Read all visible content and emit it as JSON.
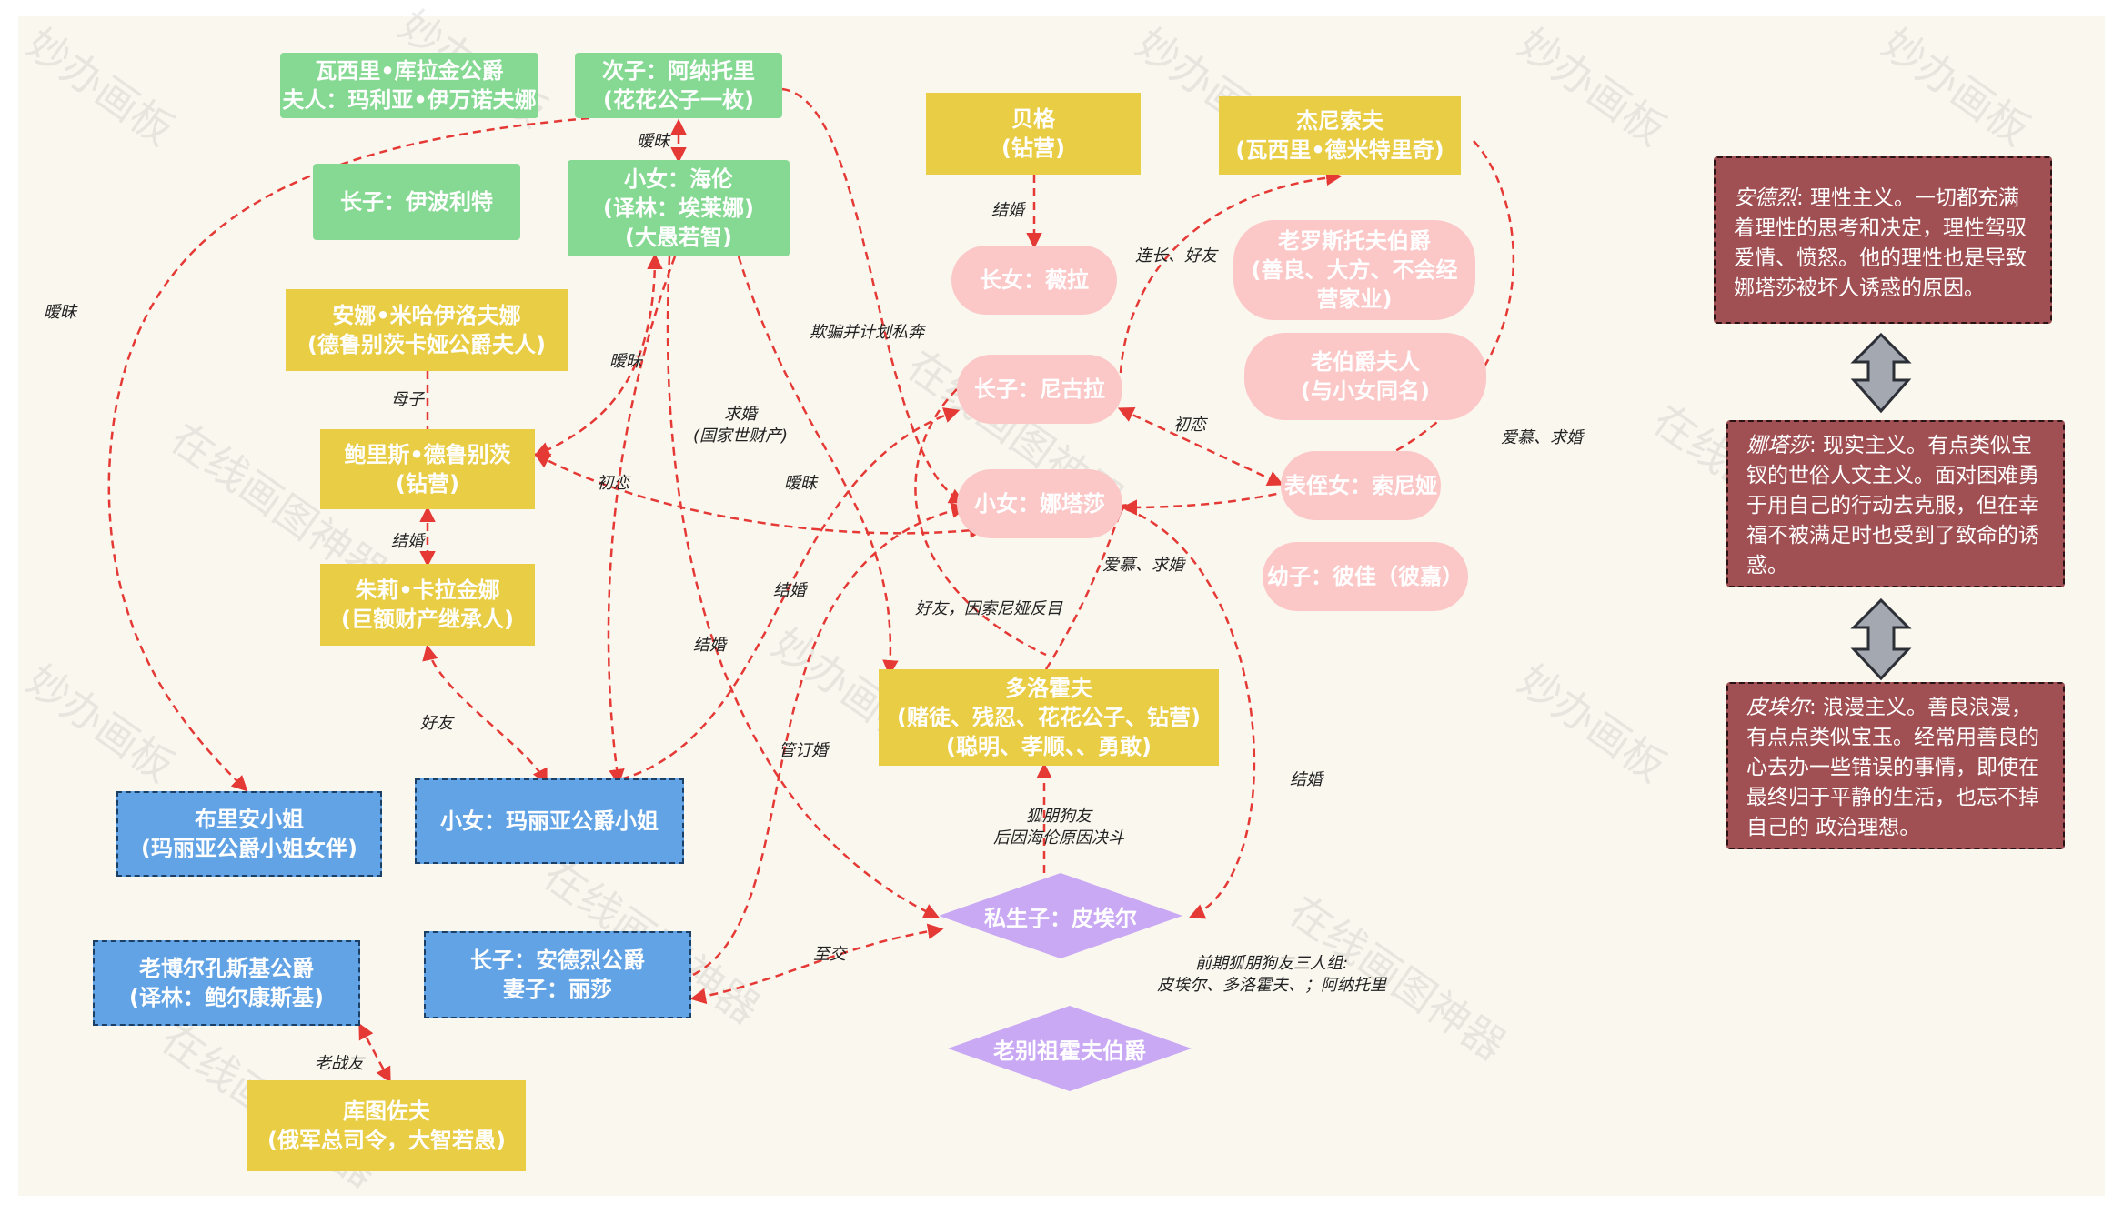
{
  "nodes": {
    "wasili": [
      "瓦西里•库拉金公爵",
      "夫人：玛利亚•伊万诺夫娜"
    ],
    "anatole": [
      "次子：阿纳托里",
      "(花花公子一枚)"
    ],
    "ippolit": [
      "长子：伊波利特"
    ],
    "helen": [
      "小女：海伦",
      "(译林：埃莱娜)",
      "(大愚若智)"
    ],
    "anna": [
      "安娜•米哈伊洛夫娜",
      "(德鲁别茨卡娅公爵夫人)"
    ],
    "boris": [
      "鲍里斯•德鲁别茨",
      "(钻营)"
    ],
    "julie": [
      "朱莉•卡拉金娜",
      "(巨额财产继承人)"
    ],
    "berg": [
      "贝格",
      "(钻营)"
    ],
    "denisov": [
      "杰尼索夫",
      "(瓦西里•德米特里奇)"
    ],
    "vera": [
      "长女：薇拉"
    ],
    "count_rostov": [
      "老罗斯托夫伯爵",
      "(善良、大方、不会经",
      "营家业)"
    ],
    "countess": [
      "老伯爵夫人",
      "(与小女同名)"
    ],
    "nikolai": [
      "长子：尼古拉"
    ],
    "natasha": [
      "小女：娜塔莎"
    ],
    "sonya": [
      "表侄女：索尼娅"
    ],
    "petya": [
      "幼子：彼佳（彼嘉）"
    ],
    "dolokhov": [
      "多洛霍夫",
      "(赌徒、残忍、花花公子、钻营)",
      "(聪明、孝顺、、勇敢)"
    ],
    "bourienne": [
      "布里安小姐",
      "(玛丽亚公爵小姐女伴)"
    ],
    "marya": [
      "小女：玛丽亚公爵小姐"
    ],
    "old_bolkonsky": [
      "老博尔孔斯基公爵",
      "(译林：鲍尔康斯基)"
    ],
    "andrei": [
      "长子：安德烈公爵",
      "妻子：丽莎"
    ],
    "kutuzov": [
      "库图佐夫",
      "(俄军总司令，大智若愚)"
    ],
    "pierre": "私生子：皮埃尔",
    "old_bezukhov": "老别祖霍夫伯爵"
  },
  "edge_labels": {
    "ambiguous_top": "暧昧",
    "ambiguous_left": "暧昧",
    "ambiguous_helen_boris": "暧昧",
    "mother_son": "母子",
    "marriage_boris_julie": "结婚",
    "marriage_berg_vera": "结婚",
    "elope": "欺骗并计划私奔",
    "proposal_state": [
      "求婚",
      "(国家世财产)"
    ],
    "ambiguous_helen_dolokhov": "暧昧",
    "first_love_boris": "初恋",
    "first_love_sonya": "初恋",
    "marriage_nikolai_marya": "结婚",
    "marriage_helen_pierre": "结婚",
    "friends_nikolai_dolokhov": "好友，因索尼娅反目",
    "love_propose_dolokhov": "爱慕、求婚",
    "love_propose_denisov": "爱慕、求婚",
    "growing_friends": "连长、好友",
    "friends_julie_marya": "好友",
    "manage_marriage": "管订婚",
    "dolokhov_pierre": [
      "狐朋狗友",
      "后因海伦原因决斗"
    ],
    "marriage_natasha_pierre": "结婚",
    "close_friends": "至交",
    "old_comrades": "老战友",
    "trio": [
      "前期狐朋狗友三人组:",
      "皮埃尔、多洛霍夫、；阿纳托里"
    ]
  },
  "notes": {
    "andrei": {
      "name": "安德烈",
      "lines": [
        ":  理性主义。一切都充满",
        "着理性的思考和决定，理性驾驭",
        "爱情、愤怒。他的理性也是导致",
        "娜塔莎被坏人诱惑的原因。"
      ]
    },
    "natasha": {
      "name": "娜塔莎",
      "lines": [
        ":  现实主义。有点类似宝",
        "钗的世俗人文主义。面对困难勇",
        "于用自己的行动去克服，但在幸",
        "福不被满足时也受到了致命的诱",
        "惑。"
      ]
    },
    "pierre": {
      "name": "皮埃尔",
      "lines": [
        ":  浪漫主义。善良浪漫，",
        "有点点类似宝玉。经常用善良的",
        "心去办一些错误的事情，即使在",
        "最终归于平静的生活，也忘不掉",
        "自己的 政治理想。"
      ]
    }
  },
  "watermark": [
    "妙办画板",
    "在线画图神器"
  ],
  "colors": {
    "edge": "#e53935",
    "arrow_fill": "#a3a8b1",
    "note_bg": "#a04f53",
    "pink": "#fbc7c7",
    "green": "#86d993",
    "yellow": "#e9cd45",
    "blue": "#62a3e6",
    "diamond": "#c9a8f4"
  }
}
